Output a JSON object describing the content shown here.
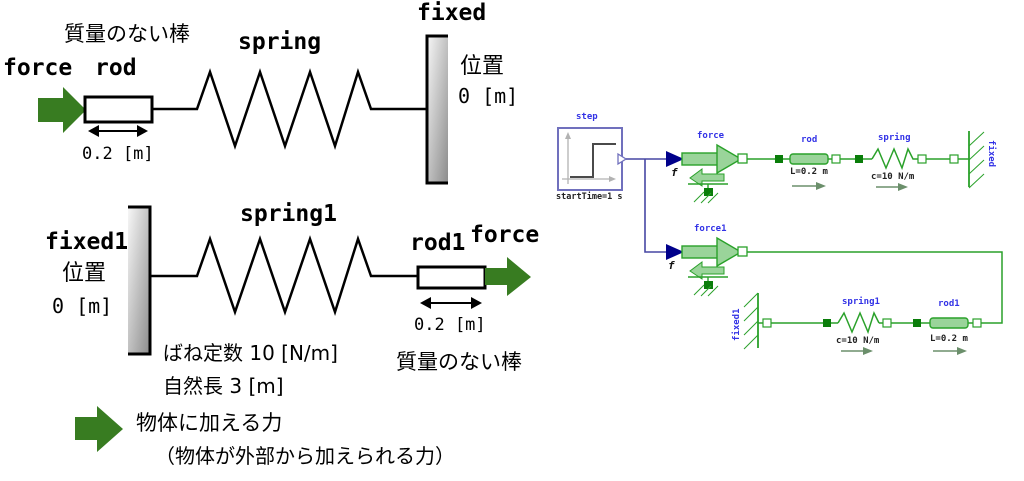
{
  "left": {
    "system1": {
      "force_label": "force",
      "rod_label": "rod",
      "rod_note": "質量のない棒",
      "spring_label": "spring",
      "fixed_label": "fixed",
      "position_label": "位置",
      "position_value": "0 [m]",
      "rod_length": "0.2 [m]"
    },
    "system2": {
      "fixed_label": "fixed1",
      "position_label": "位置",
      "position_value": "0 [m]",
      "spring_label": "spring1",
      "rod_label": "rod1",
      "force_label": "force",
      "rod_length": "0.2 [m]",
      "spring_constant_note": "ばね定数 10 [N/m]",
      "natural_length_note": "自然長 3 [m]",
      "rod_note": "質量のない棒"
    },
    "legend": {
      "line1": "物体に加える力",
      "line2": "（物体が外部から加えられる力）"
    }
  },
  "right": {
    "step": {
      "label": "step",
      "param": "startTime=1 s"
    },
    "force": {
      "label": "force",
      "port": "f"
    },
    "rod": {
      "label": "rod",
      "param": "L=0.2 m"
    },
    "spring": {
      "label": "spring",
      "param": "c=10 N/m"
    },
    "fixed": {
      "label": "fixed"
    },
    "force1": {
      "label": "force1",
      "port": "f"
    },
    "spring1": {
      "label": "spring1",
      "param": "c=10 N/m"
    },
    "rod1": {
      "label": "rod1",
      "param": "L=0.2 m"
    },
    "fixed1": {
      "label": "fixed1"
    }
  },
  "colors": {
    "force_arrow_green": "#387c21",
    "component_green": "#2aa12a",
    "component_fill_green": "#9ad49a",
    "connector_fill_green": "#0a7d0a",
    "signal_line_blue": "#4747a3",
    "connector_navy": "#00008b",
    "step_border_blue": "#7070bd",
    "label_blue": "#3232e6",
    "wall_gray_light": "#f5f5f5",
    "wall_gray_dark": "#8c8c8c"
  }
}
